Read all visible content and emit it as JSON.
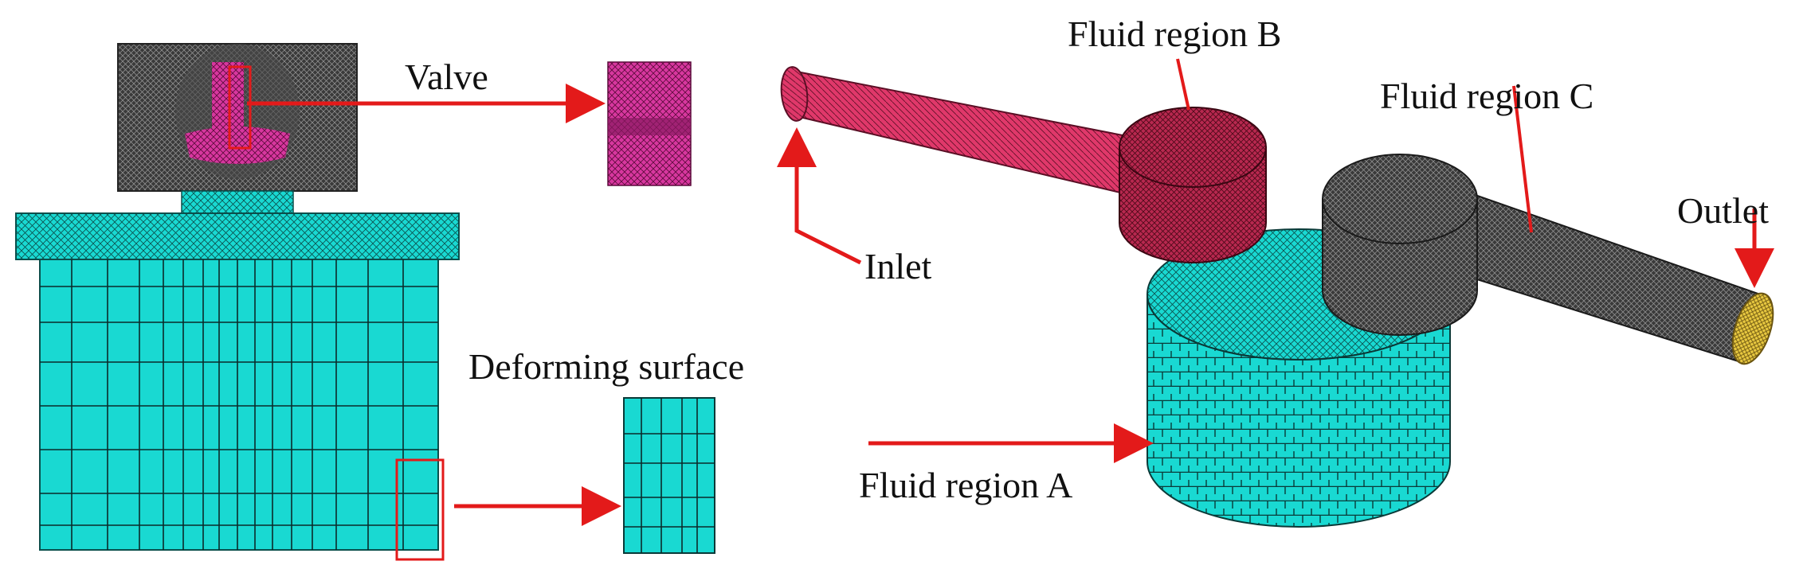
{
  "labels": {
    "valve": "Valve",
    "deforming_surface": "Deforming surface",
    "fluid_region_a": "Fluid region A",
    "fluid_region_b": "Fluid region B",
    "fluid_region_c": "Fluid region C",
    "inlet": "Inlet",
    "outlet": "Outlet"
  },
  "colors": {
    "solid_mesh": "#19d9d2",
    "valve_mesh": "#d8379f",
    "housing_mesh": "#3a3a3a",
    "inlet_mesh": "#e0386a",
    "region_b_mesh": "#b8284f",
    "region_c_mesh": "#333333",
    "outlet_face": "#e8c840",
    "arrow": "#e31a1a",
    "highlight_box": "#e31a1a",
    "text": "#111111"
  },
  "icons": {
    "arrow": "right-arrow-icon",
    "callout_box": "rectangle-outline-icon"
  }
}
